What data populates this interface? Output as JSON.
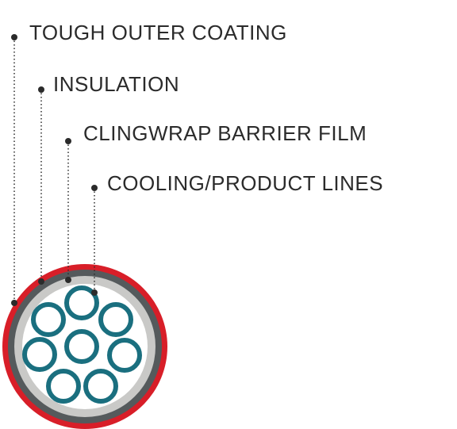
{
  "labels": [
    {
      "id": "outer-coating",
      "text": "TOUGH OUTER COATING"
    },
    {
      "id": "insulation",
      "text": "INSULATION"
    },
    {
      "id": "barrier-film",
      "text": "CLINGWRAP BARRIER FILM"
    },
    {
      "id": "cooling-lines",
      "text": "COOLING/PRODUCT LINES"
    }
  ],
  "colors": {
    "outer_coating": "#d81e28",
    "insulation_band": "#555a5c",
    "barrier_film": "#c9c9c7",
    "core": "#ffffff",
    "tubes": "#1a6f7f",
    "leader_lines": "#2b2b2b",
    "text": "#2b2b2b"
  },
  "tube_count": 8
}
